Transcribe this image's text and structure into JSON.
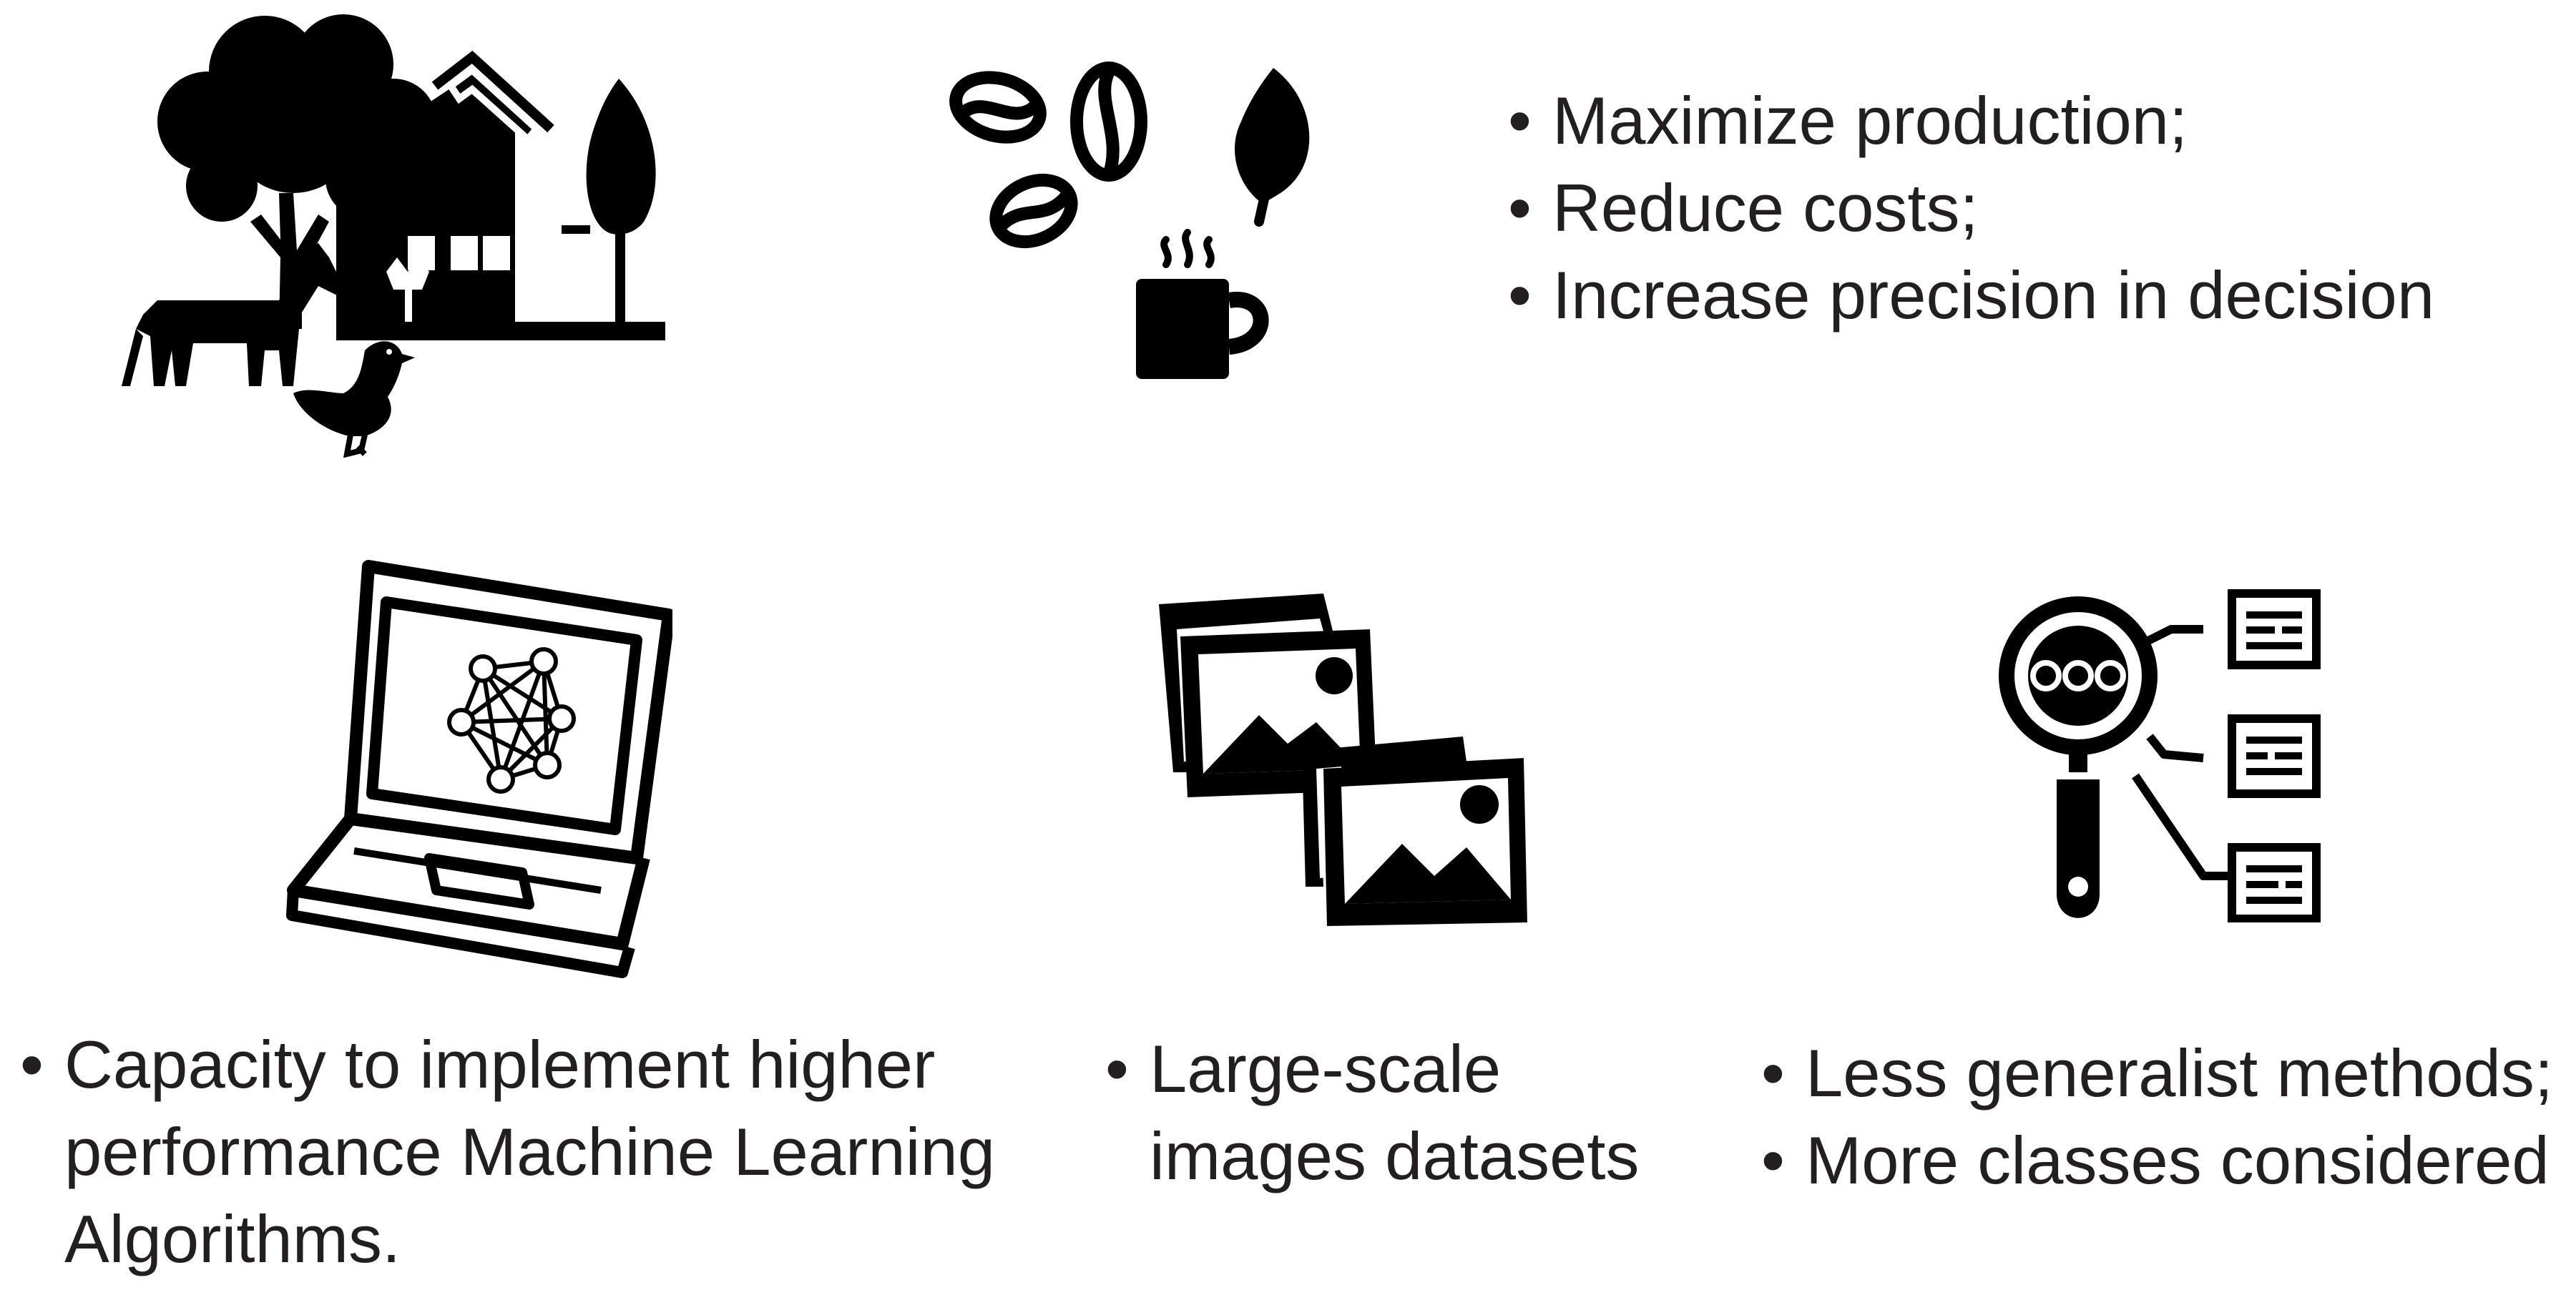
{
  "top_goals": {
    "items": [
      "Maximize production;",
      "Reduce costs;",
      "Increase precision in decision"
    ]
  },
  "bottom": {
    "computing": {
      "line1": "Capacity to implement higher",
      "line2": "performance Machine Learning",
      "line3": "Algorithms."
    },
    "datasets": {
      "line1": "Large-scale",
      "line2": "images datasets"
    },
    "methods": {
      "items": [
        "Less generalist methods;",
        "More classes considered"
      ]
    }
  },
  "colors": {
    "ink": "#000000",
    "text": "#231f20",
    "background": "#ffffff"
  },
  "icons": {
    "farm": "farm-icon",
    "coffee": "coffee-icon",
    "laptop": "laptop-neural-network-icon",
    "images": "image-gallery-icon",
    "search": "magnifier-list-icon"
  }
}
